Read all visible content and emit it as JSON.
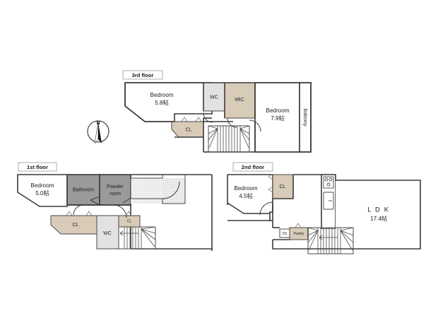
{
  "document": {
    "type": "residential-floor-plan",
    "background_color": "#ffffff"
  },
  "compass": {
    "name": "north-arrow",
    "north_label": "N"
  },
  "palette": {
    "wall": "#3b3a38",
    "room_fill": "#ffffff",
    "closet_fill": "#d8cbb8",
    "wc_fill": "#e2e2e2",
    "wet_area_fill": "#9a9a9a",
    "tile_fill": "#f2f2f2",
    "text": "#23211f"
  },
  "floors": [
    {
      "id": "third-floor",
      "tab_label": "3rd floor",
      "rooms": [
        {
          "id": "bedroom-58",
          "name": "Bedroom",
          "area": "5.8帖",
          "fill": "#ffffff"
        },
        {
          "id": "wc-3f",
          "name": "WC",
          "area": "",
          "fill": "#e2e2e2"
        },
        {
          "id": "wic-3f",
          "name": "WIC",
          "area": "",
          "fill": "#d8cbb8"
        },
        {
          "id": "cl-3f",
          "name": "CL",
          "area": "",
          "fill": "#d8cbb8"
        },
        {
          "id": "bedroom-79",
          "name": "Bedroom",
          "area": "7.9帖",
          "fill": "#ffffff"
        },
        {
          "id": "balcony-3f",
          "name": "Balcony",
          "area": "",
          "fill": "#ffffff"
        }
      ]
    },
    {
      "id": "first-floor",
      "tab_label": "1st floor",
      "rooms": [
        {
          "id": "bedroom-50",
          "name": "Bedroom",
          "area": "5.0帖",
          "fill": "#ffffff"
        },
        {
          "id": "bathroom-1f",
          "name": "Bathroom",
          "area": "",
          "fill": "#9a9a9a"
        },
        {
          "id": "powder-room-1f",
          "name": "Powder room",
          "area": "",
          "fill": "#9a9a9a"
        },
        {
          "id": "cl-1f-left",
          "name": "CL",
          "area": "",
          "fill": "#d8cbb8"
        },
        {
          "id": "wc-1f",
          "name": "WC",
          "area": "",
          "fill": "#e2e2e2"
        },
        {
          "id": "cl-1f-right",
          "name": "CL",
          "area": "",
          "fill": "#d8cbb8"
        }
      ]
    },
    {
      "id": "second-floor",
      "tab_label": "2nd floor",
      "rooms": [
        {
          "id": "bedroom-45",
          "name": "Bedroom",
          "area": "4.5帖",
          "fill": "#ffffff"
        },
        {
          "id": "cl-2f",
          "name": "CL",
          "area": "",
          "fill": "#d8cbb8"
        },
        {
          "id": "ds-2f",
          "name": "DS",
          "area": "",
          "fill": "#ffffff"
        },
        {
          "id": "pantry-2f",
          "name": "Pantry",
          "area": "",
          "fill": "#d8cbb8"
        },
        {
          "id": "ldk-2f",
          "name": "LDK",
          "area": "17.4帖",
          "fill": "#ffffff"
        }
      ]
    }
  ],
  "labels": {
    "third_floor_tab": "3rd floor",
    "first_floor_tab": "1st floor",
    "second_floor_tab": "2nd floor",
    "bedroom": "Bedroom",
    "bedroom_58_area": "5.8帖",
    "bedroom_79_area": "7.9帖",
    "bedroom_50_area": "5.0帖",
    "bedroom_45_area": "4.5帖",
    "wc": "WC",
    "wic": "WIC",
    "cl": "CL",
    "balcony": "Balcony",
    "bathroom": "Bathroom",
    "powder_room_line1": "Powder",
    "powder_room_line2": "room",
    "ds": "DS",
    "pantry": "Pantry",
    "ldk": "L D K",
    "ldk_area": "17.4帖",
    "north": "N"
  }
}
